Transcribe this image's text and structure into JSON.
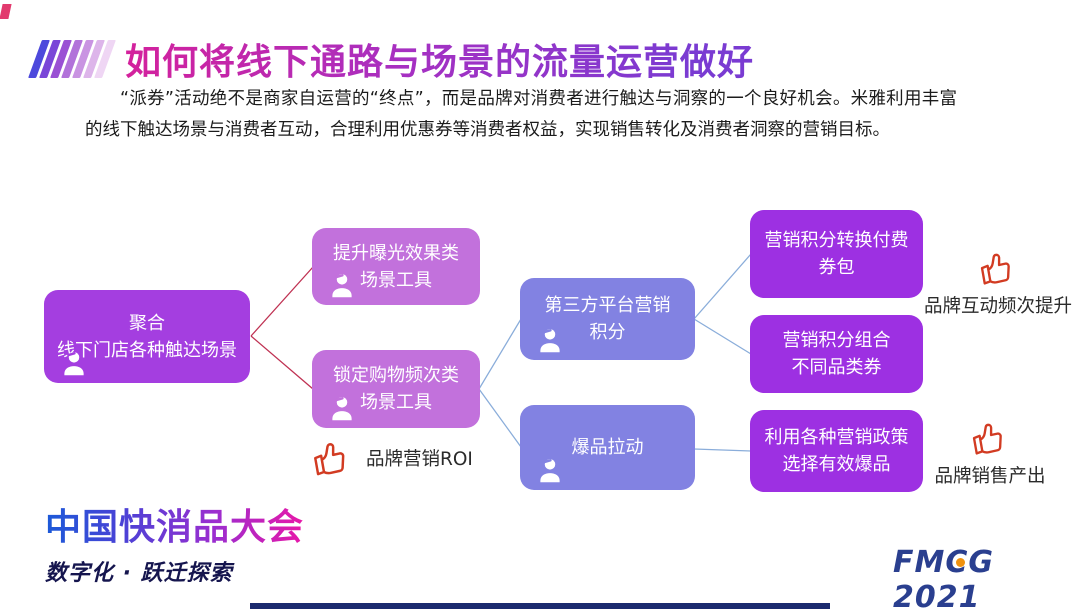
{
  "title": {
    "text": "如何将线下通路与场景的流量运营做好"
  },
  "intro": "“派券”活动绝不是商家自运营的“终点”，而是品牌对消费者进行触达与洞察的一个良好机会。米雅利用丰富的线下触达场景与消费者互动，合理利用优惠券等消费者权益，实现销售转化及消费者洞察的营销目标。",
  "flowchart": {
    "nodes": [
      {
        "id": "aggregate-scenes",
        "label": "聚合\n线下门店各种触达场景",
        "color": "#a43ee0",
        "icon": "person-icon"
      },
      {
        "id": "exposure-tools",
        "label": "提升曝光效果类\n场景工具",
        "color": "#c271dc",
        "icon": "person-icon"
      },
      {
        "id": "frequency-tools",
        "label": "锁定购物频次类\n场景工具",
        "color": "#c271dc",
        "icon": "person-icon"
      },
      {
        "id": "third-party-points",
        "label": "第三方平台营销\n积分",
        "color": "#8282e2",
        "icon": "person-icon"
      },
      {
        "id": "hot-product-pull",
        "label": "爆品拉动",
        "color": "#8282e2",
        "icon": "person-icon"
      },
      {
        "id": "paid-coupon-pack",
        "label": "营销积分转换付费\n券包",
        "color": "#9d30e2"
      },
      {
        "id": "category-coupons",
        "label": "营销积分组合\n不同品类券",
        "color": "#9d30e2"
      },
      {
        "id": "policy-products",
        "label": "利用各种营销政策\n选择有效爆品",
        "color": "#9d30e2"
      }
    ],
    "annotations": [
      {
        "id": "brand-roi",
        "icon": "thumbs-up-icon",
        "text": "品牌营销ROI"
      },
      {
        "id": "brand-interaction",
        "icon": "thumbs-up-icon",
        "text": "品牌互动频次提升"
      },
      {
        "id": "brand-sales",
        "icon": "thumbs-up-icon",
        "text": "品牌销售产出"
      }
    ]
  },
  "footer": {
    "brand_title": "中国快消品大会",
    "brand_subtitle": "数字化 · 跃迁探索",
    "event_logo": "FMCG 2021"
  },
  "colors": {
    "title_gradient_start": "#d4219c",
    "title_gradient_end": "#7a3bd2",
    "node_purple": "#a43ee0",
    "node_orchid": "#c271dc",
    "node_periwinkle": "#8282e2",
    "node_violet": "#9d30e2",
    "connector_red": "#bf3152",
    "connector_blue": "#8aadda",
    "thumb_red": "#d23b22",
    "logo_navy": "#2a3f8f",
    "logo_orange": "#f0920f",
    "bottom_bar_navy": "#1b2a6e"
  }
}
